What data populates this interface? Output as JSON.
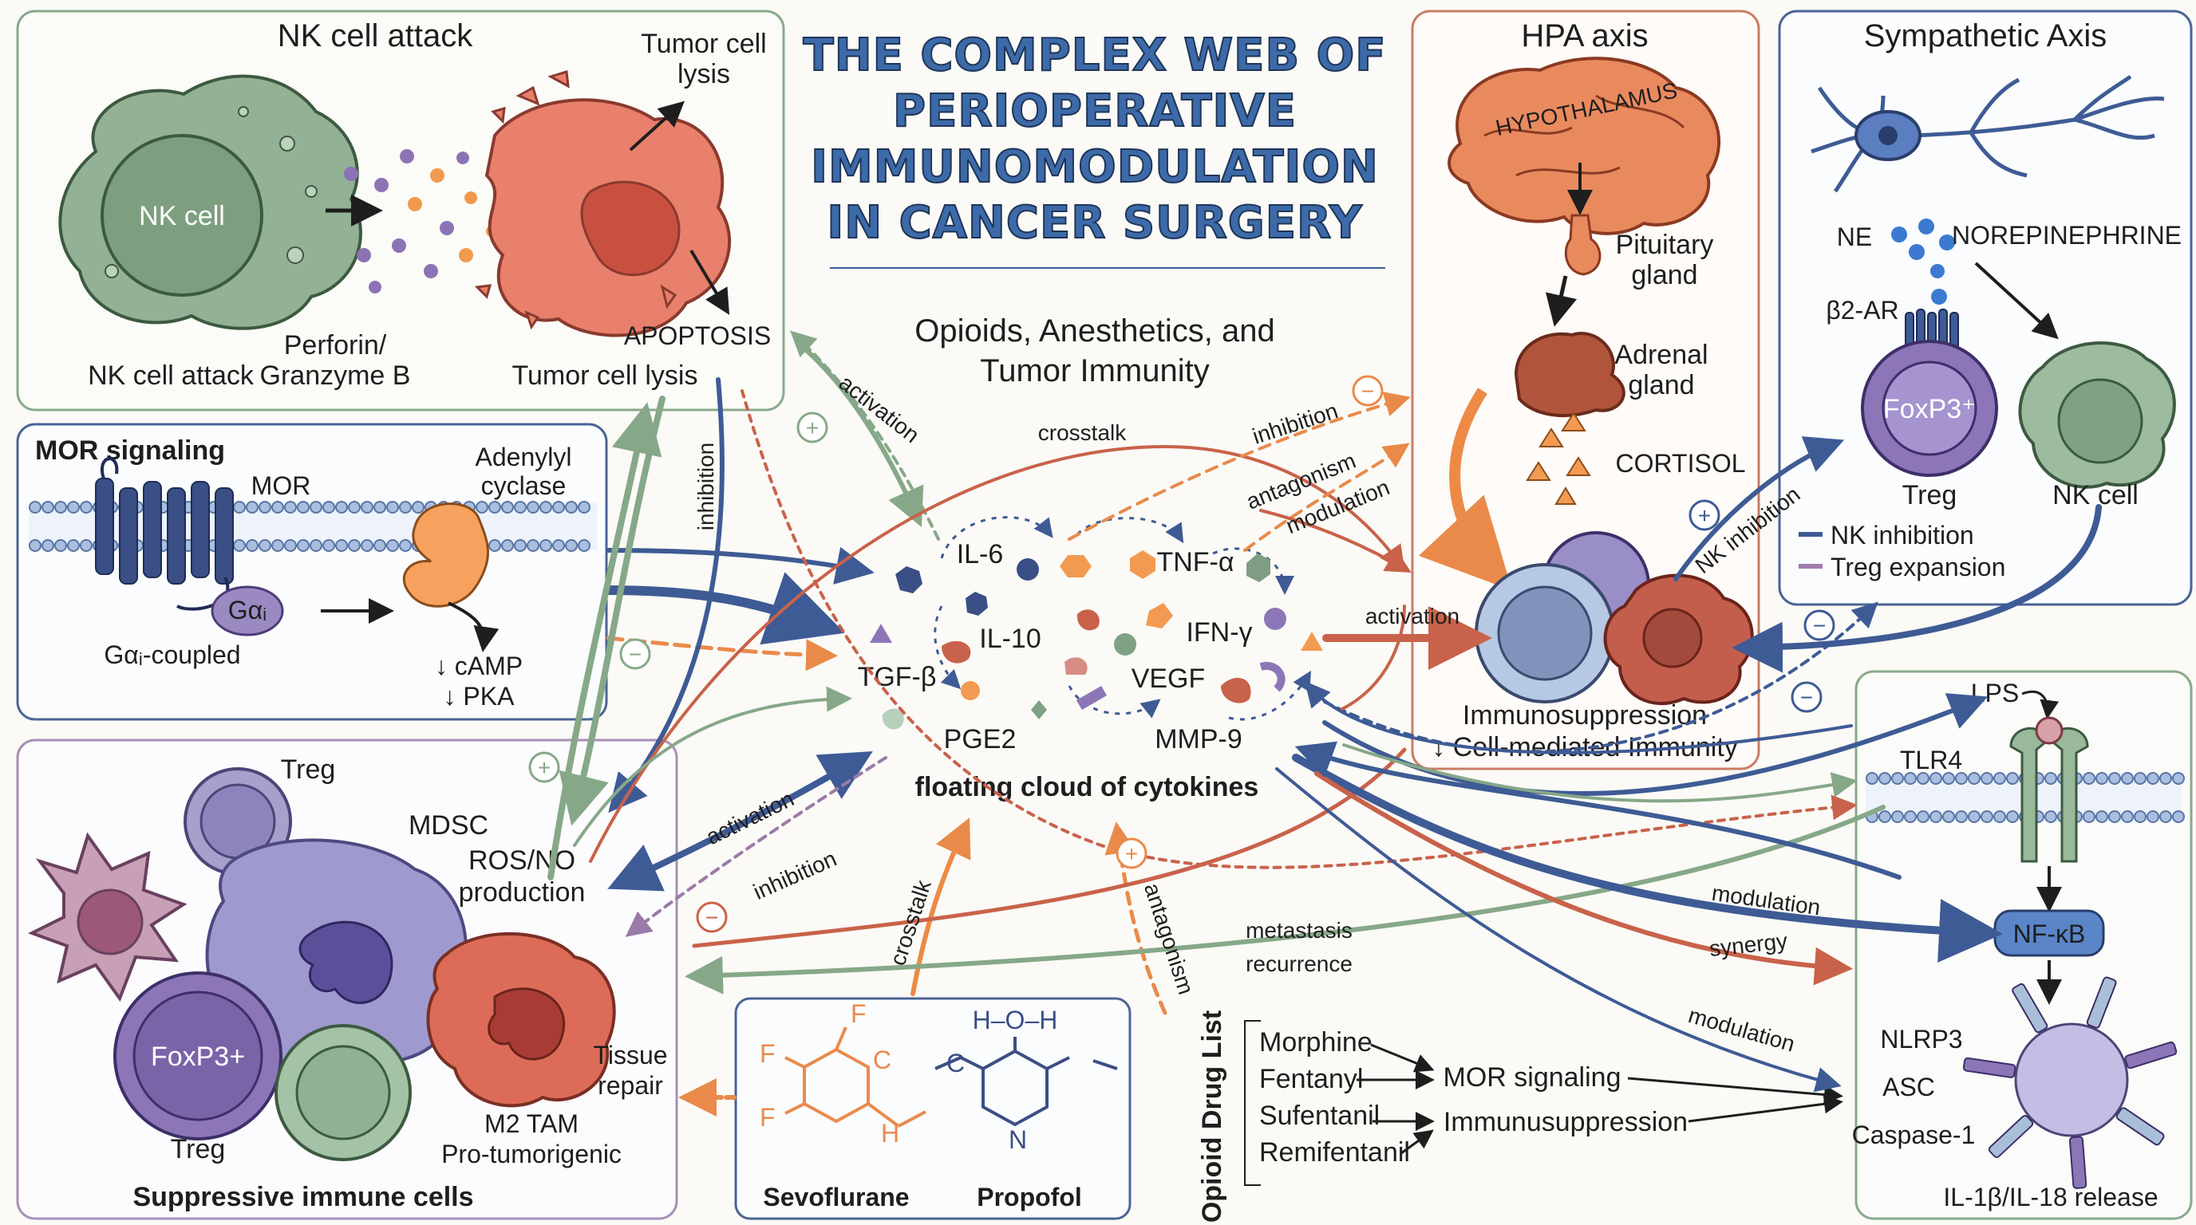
{
  "title": {
    "line1": "THE COMPLEX WEB OF",
    "line2": "PERIOPERATIVE",
    "line3": "IMMUNOMODULATION",
    "line4": "IN CANCER SURGERY"
  },
  "subtitle": {
    "line1": "Opioids, Anesthetics, and",
    "line2": "Tumor Immunity"
  },
  "nk_panel": {
    "title": "NK cell attack",
    "nk_cell": "NK cell",
    "nk_caption": "NK cell attack",
    "perforin_1": "Perforin/",
    "perforin_2": "Granzyme B",
    "tumor_lysis_1": "Tumor cell",
    "tumor_lysis_2": "lysis",
    "apoptosis": "APOPTOSIS",
    "tumor_caption": "Tumor cell lysis"
  },
  "mor_panel": {
    "title": "MOR signaling",
    "mor": "MOR",
    "adenylyl_1": "Adenylyl",
    "adenylyl_2": "cyclase",
    "gai": "Gαᵢ",
    "gai_coupled": "Gαᵢ-coupled",
    "camp": "↓ cAMP",
    "pka": "↓ PKA"
  },
  "suppressive_panel": {
    "title": "Suppressive immune cells",
    "treg_top": "Treg",
    "mdsc": "MDSC",
    "ros_1": "ROS/NO",
    "ros_2": "production",
    "foxp3": "FoxP3+",
    "treg_bottom": "Treg",
    "m2_1": "M2 TAM",
    "m2_2": "Pro-tumorigenic",
    "tissue_1": "Tissue",
    "tissue_2": "repair"
  },
  "cytokines": {
    "il6": "IL-6",
    "tnfa": "TNF-α",
    "il10": "IL-10",
    "ifng": "IFN-γ",
    "tgfb": "TGF-β",
    "vegf": "VEGF",
    "pge2": "PGE2",
    "mmp9": "MMP-9",
    "cloud_caption": "floating cloud of cytokines"
  },
  "hpa_panel": {
    "title": "HPA axis",
    "hypothalamus": "HYPOTHALAMUS",
    "pituitary_1": "Pituitary",
    "pituitary_2": "gland",
    "adrenal_1": "Adrenal",
    "adrenal_2": "gland",
    "cortisol": "CORTISOL",
    "immuno_1": "Immunosuppression",
    "immuno_2": "↓ Cell-mediated Immunity"
  },
  "sympathetic_panel": {
    "title": "Sympathetic Axis",
    "ne": "NE",
    "norepinephrine": "NOREPINEPHRINE",
    "b2ar": "β2-AR",
    "foxp3": "FoxP3⁺",
    "treg": "Treg",
    "nk_cell": "NK cell",
    "legend_nk": "NK inhibition",
    "legend_treg": "Treg expansion"
  },
  "tlr_panel": {
    "lps": "LPS",
    "tlr4": "TLR4",
    "nfkb": "NF-κB",
    "nlrp3": "NLRP3",
    "asc": "ASC",
    "caspase": "Caspase-1",
    "release": "IL-1β/IL-18 release"
  },
  "anesthetics_panel": {
    "sevoflurane": "Sevoflurane",
    "propofol": "Propofol",
    "f": "F",
    "c": "C",
    "h": "H",
    "n": "N",
    "ho": "H–O–H"
  },
  "opioid_panel": {
    "title": "Opioid Drug List",
    "drugs": [
      "Morphine",
      "Fentanyl",
      "Sufentanil",
      "Remifentanil"
    ],
    "mor_signaling": "MOR signaling",
    "immuno": "Immunusuppression"
  },
  "arrow_labels": {
    "activation_top": "activation",
    "inhibition_vertical": "inhibition",
    "crosstalk_top": "crosstalk",
    "inhibition_top": "inhibition",
    "antagonism_top": "antagonism",
    "modulation_top": "modulation",
    "activation_right": "activation",
    "nk_inhibition": "NK inhibition",
    "activation_left": "activation",
    "inhibition_left": "inhibition",
    "crosstalk_bottom": "crosstalk",
    "antagonism_bottom": "antagonism",
    "metastasis": "metastasis",
    "recurrence": "recurrence",
    "modulation_nfkb": "modulation",
    "synergy": "synergy",
    "modulation_bottom": "modulation"
  },
  "symbols": {
    "plus": "+",
    "minus": "−"
  },
  "colors": {
    "blue_arrow": "#3e5b95",
    "green_arrow": "#86a888",
    "red_arrow": "#c9624a",
    "orange_arrow": "#e98a4a",
    "title_blue": "#3d6aa8",
    "nk_green": "#7fa184",
    "tumor_red": "#e47b6a",
    "treg_purple": "#8c76b8"
  }
}
